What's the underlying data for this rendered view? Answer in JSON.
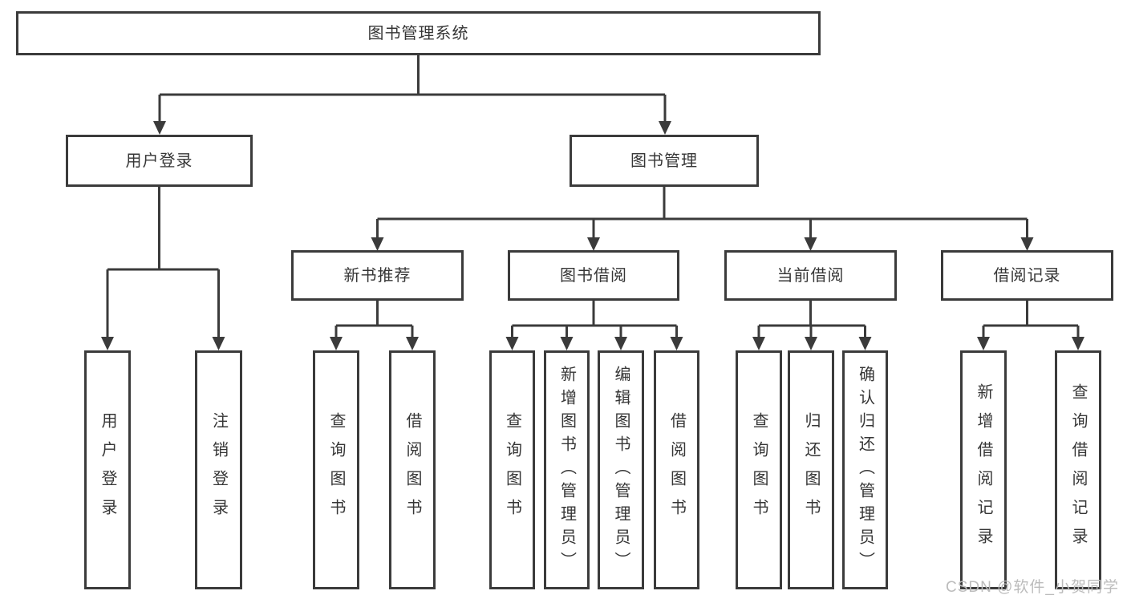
{
  "tree": {
    "root": "图书管理系统",
    "user_login": {
      "label": "用户登录",
      "children": [
        "用户登录",
        "注销登录"
      ]
    },
    "book_management": {
      "label": "图书管理",
      "sections": {
        "new_book_recommend": {
          "label": "新书推荐",
          "children": [
            "查询图书",
            "借阅图书"
          ]
        },
        "book_borrowing": {
          "label": "图书借阅",
          "children": [
            "查询图书",
            "新增图书（管理员）",
            "编辑图书（管理员）",
            "借阅图书"
          ]
        },
        "current_borrowing": {
          "label": "当前借阅",
          "children": [
            "查询图书",
            "归还图书",
            "确认归还（管理员）"
          ]
        },
        "borrowing_records": {
          "label": "借阅记录",
          "children": [
            "新增借阅记录",
            "查询借阅记录"
          ]
        }
      }
    }
  },
  "watermark": "CSDN @软件_小贺同学",
  "colors": {
    "line": "#3b3b3b",
    "box_border": "#3b3b3b",
    "text": "#363636",
    "watermark": "#bcbcbc",
    "background": "#ffffff"
  }
}
